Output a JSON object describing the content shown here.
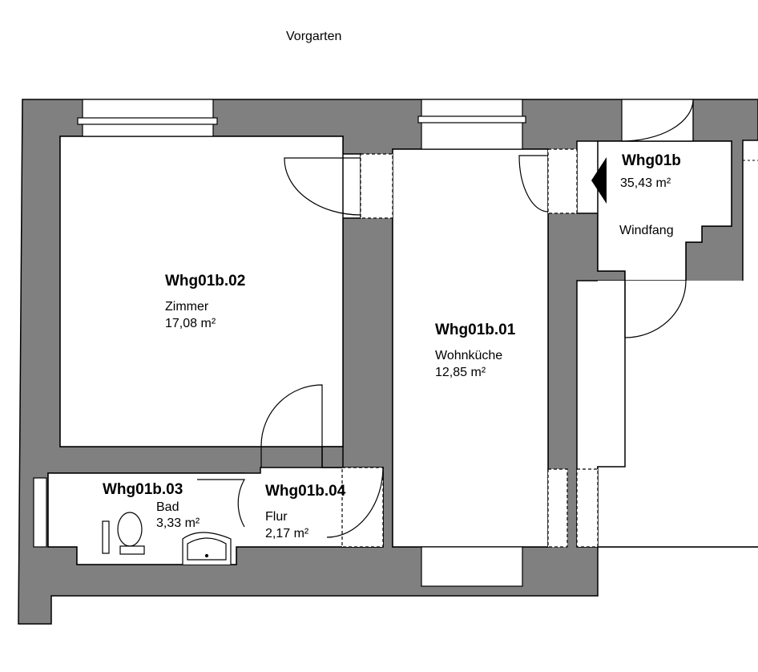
{
  "context_label": "Vorgarten",
  "apartment": {
    "id": "Whg01b",
    "area": "35,43 m²"
  },
  "rooms": [
    {
      "key": "zimmer",
      "id": "Whg01b.02",
      "name": "Zimmer",
      "area": "17,08 m²"
    },
    {
      "key": "wohnkueche",
      "id": "Whg01b.01",
      "name": "Wohnküche",
      "area": "12,85 m²"
    },
    {
      "key": "bad",
      "id": "Whg01b.03",
      "name": "Bad",
      "area": "3,33 m²"
    },
    {
      "key": "flur",
      "id": "Whg01b.04",
      "name": "Flur",
      "area": "2,17 m²"
    },
    {
      "key": "windfang",
      "name": "Windfang"
    }
  ],
  "colors": {
    "wall": "#808080",
    "floor": "#ffffff",
    "line": "#000000"
  }
}
